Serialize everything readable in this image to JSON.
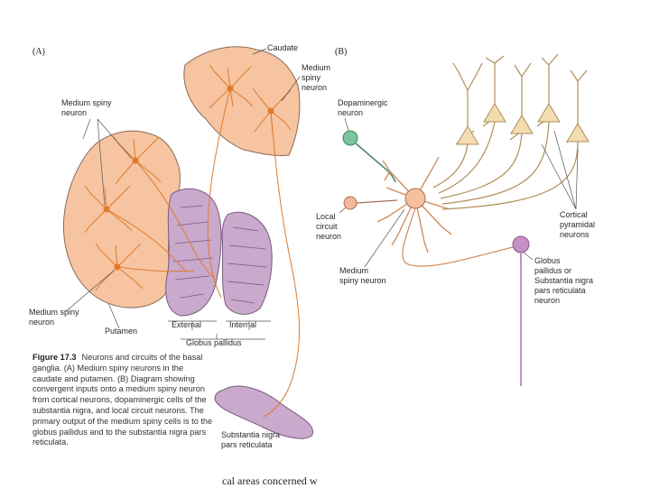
{
  "panel_a": {
    "label": "(A)",
    "labels": {
      "caudate": "Caudate",
      "medium_spiny_neuron_caudate": [
        "Medium",
        "spiny",
        "neuron"
      ],
      "medium_spiny_neuron_top": [
        "Medium spiny",
        "neuron"
      ],
      "medium_spiny_neuron_bottom": [
        "Medium spiny",
        "neuron"
      ],
      "putamen": "Putamen",
      "external": "External",
      "internal": "Internal",
      "globus_pallidus": "Globus pallidus",
      "substantia_nigra": [
        "Substantia nigra",
        "pars reticulata"
      ]
    }
  },
  "panel_b": {
    "label": "(B)",
    "labels": {
      "dopaminergic": [
        "Dopaminergic",
        "neuron"
      ],
      "local_circuit": [
        "Local",
        "circuit",
        "neuron"
      ],
      "medium_spiny": [
        "Medium",
        "spiny neuron"
      ],
      "cortical_pyramidal": [
        "Cortical",
        "pyramidal",
        "neurons"
      ],
      "output_neuron": [
        "Globus",
        "pallidus or",
        "Substantia nigra",
        "pars reticulata",
        "neuron"
      ]
    }
  },
  "caption": {
    "figure_number": "Figure 17.3",
    "text": "Neurons and circuits of the basal ganglia. (A) Medium spiny neurons in the caudate and putamen. (B) Diagram showing convergent inputs onto a medium spiny neuron from cortical neurons, dopaminergic cells of the substantia nigra, and local circuit neurons. The primary output of the medium spiny cells is to the globus pallidus and to the substantia nigra pars reticulata."
  },
  "footer_text": "cal areas concerned w",
  "colors": {
    "striatum_fill": "#f6c4a0",
    "striatum_stroke": "#8a6a58",
    "pallidus_fill": "#c9a9cc",
    "neuron_orange": "#e07a2c",
    "pyramidal_fill": "#f2dcb0",
    "pyramidal_stroke": "#b0905a",
    "dopaminergic_fill": "#7cc49e",
    "local_fill": "#f3b89a",
    "output_fill": "#c38fc4",
    "medium_spiny_fill": "#f6c09a"
  }
}
